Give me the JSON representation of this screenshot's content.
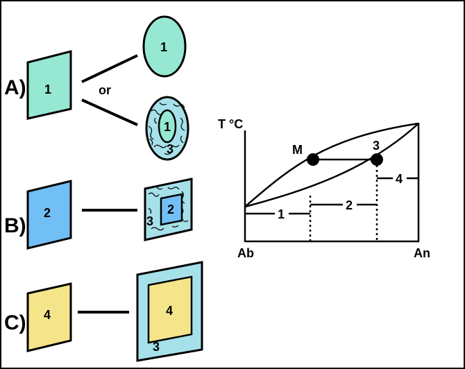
{
  "colors": {
    "crystal_1": "#96e8d3",
    "crystal_2": "#72bff5",
    "crystal_3": "#a6e1ea",
    "crystal_4": "#f5e58a",
    "line": "#000000"
  },
  "row_a": {
    "label": "A)",
    "crystal": "1",
    "connector": "or",
    "result_upper": "1",
    "result_lower_core": "1",
    "result_lower_rim": "3"
  },
  "row_b": {
    "label": "B)",
    "crystal": "2",
    "result_core": "2",
    "result_rim": "3"
  },
  "row_c": {
    "label": "C)",
    "crystal": "4",
    "result_core": "4",
    "result_rim": "3"
  },
  "phase_diagram": {
    "y_label": "T °C",
    "x_left": "Ab",
    "x_right": "An",
    "melt_point": "M",
    "crystal_point": "3",
    "step_1": "1",
    "step_2": "2",
    "step_4": "4"
  }
}
